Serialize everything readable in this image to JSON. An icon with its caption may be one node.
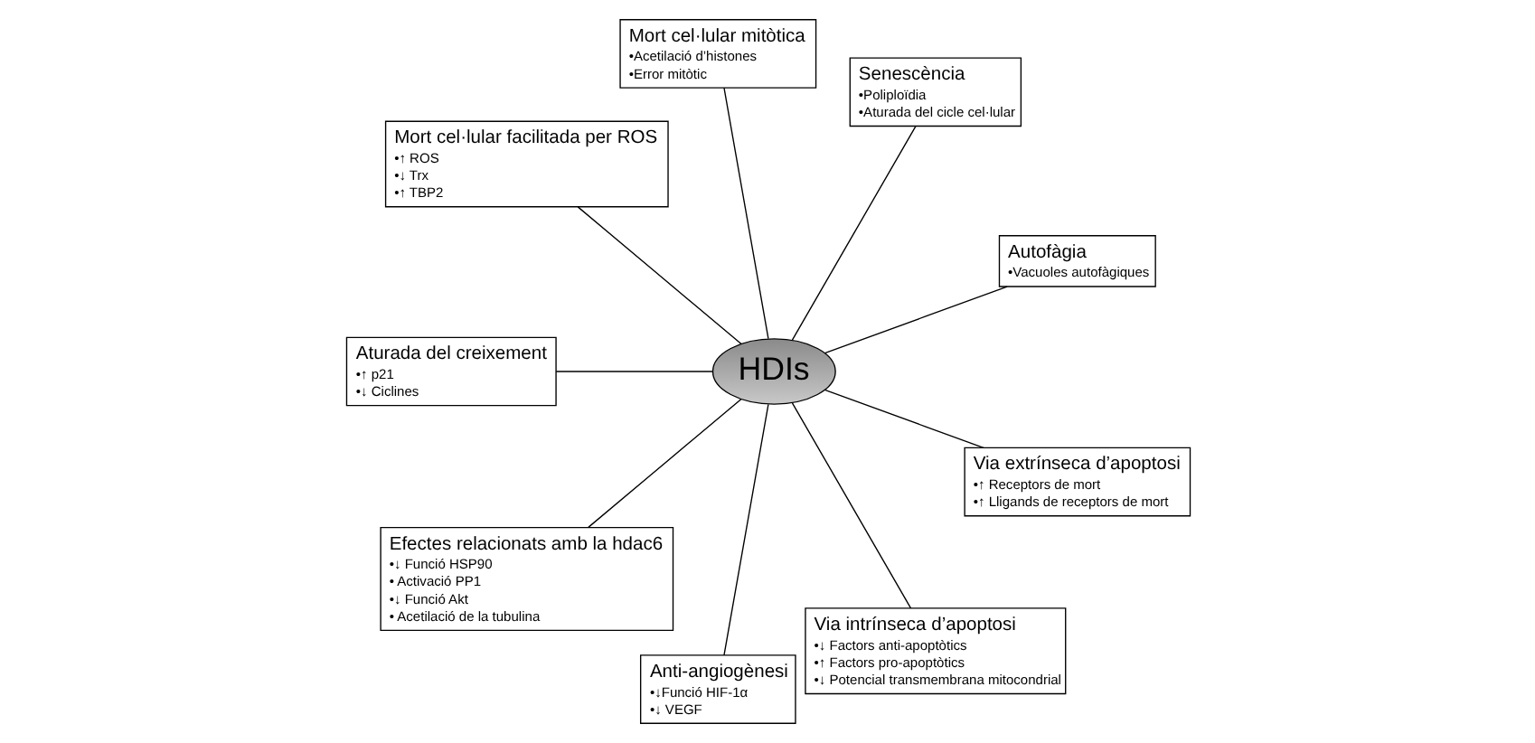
{
  "diagram": {
    "nodes": [
      {
        "text": [
          "HDIs"
        ]
      },
      {
        "text": [
          "Autofàgia",
          "•Vacuoles autofàgiques"
        ]
      },
      {
        "text": [
          "Senescència",
          "•Poliploïdia",
          "•Aturada del cicle cel·lular"
        ]
      },
      {
        "text": [
          "Mort cel·lular mitòtica",
          "•Acetilació d’histones",
          "•Error mitòtic"
        ]
      },
      {
        "text": [
          "Mort cel·lular facilitada per ROS",
          "•↑ ROS",
          "•↓ Trx",
          "•↑ TBP2"
        ]
      },
      {
        "text": [
          "Aturada del creixement",
          "•↑ p21",
          "•↓ Ciclines"
        ]
      },
      {
        "text": [
          "Efectes relacionats amb la hdac6",
          "•↓ Funció HSP90",
          "• Activació PP1",
          "•↓ Funció Akt",
          "• Acetilació de la tubulina"
        ]
      },
      {
        "text": [
          "Anti-angiogènesi",
          "•↓Funció HIF-1α",
          "•↓ VEGF"
        ]
      },
      {
        "text": [
          "Via intrínseca d’apoptosi",
          "•↓ Factors anti-apoptòtics",
          "•↑ Factors pro-apoptòtics",
          "•↓ Potencial transmembrana mitocondrial"
        ]
      },
      {
        "text": [
          "Via extrínseca d’apoptosi",
          "•↑ Receptors de mort",
          "•↑ Lligands de receptors de mort"
        ]
      }
    ],
    "edges": [
      {
        "from": 0,
        "to": 1,
        "arrow": "none"
      },
      {
        "from": 0,
        "to": 2,
        "arrow": "none"
      },
      {
        "from": 0,
        "to": 3,
        "arrow": "none"
      },
      {
        "from": 0,
        "to": 4,
        "arrow": "none"
      },
      {
        "from": 0,
        "to": 5,
        "arrow": "none"
      },
      {
        "from": 0,
        "to": 6,
        "arrow": "none"
      },
      {
        "from": 0,
        "to": 7,
        "arrow": "none"
      },
      {
        "from": 0,
        "to": 8,
        "arrow": "none"
      },
      {
        "from": 0,
        "to": 9,
        "arrow": "none"
      }
    ]
  }
}
